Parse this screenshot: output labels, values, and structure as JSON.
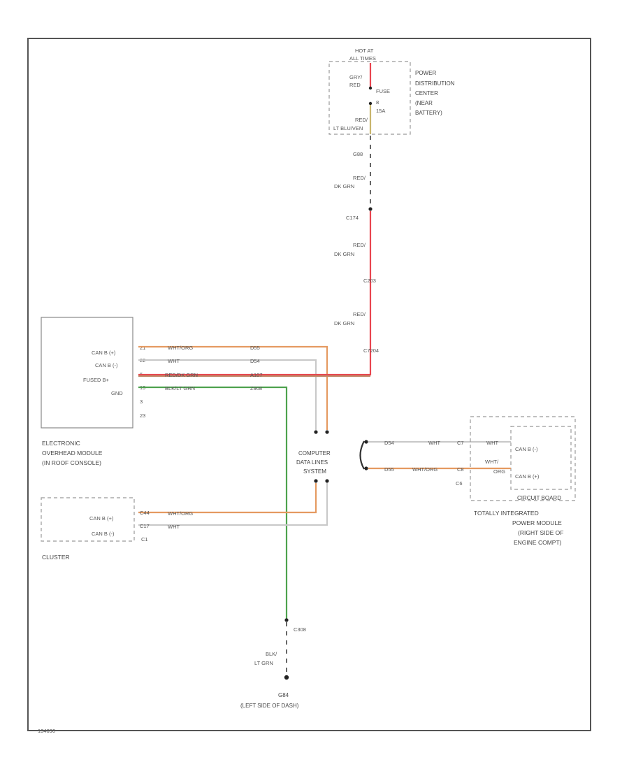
{
  "colors": {
    "red": "#e8454f",
    "orange": "#e59a61",
    "white_wire": "#c9c9c9",
    "green": "#4ea24e",
    "tan": "#c9b56c",
    "frame": "#555555"
  },
  "fuse": {
    "hot_label_1": "HOT AT",
    "hot_label_2": "ALL TIMES",
    "in_wire_1": "GRY/",
    "in_wire_2": "RED",
    "fuse_label_1": "FUSE",
    "fuse_label_2": "8",
    "fuse_label_3": "15A",
    "out_wire_1": "RED/",
    "out_wire_2": "LT BLU/VEN",
    "pdc_1": "POWER",
    "pdc_2": "DISTRIBUTION",
    "pdc_3": "CENTER",
    "pdc_4": "(NEAR",
    "pdc_5": "BATTERY)"
  },
  "riser": {
    "conn_1": "G88",
    "wire_1a": "RED/",
    "wire_1b": "DK GRN",
    "conn_2": "C174",
    "wire_2a": "RED/",
    "wire_2b": "DK GRN",
    "conn_3": "C203",
    "wire_3a": "RED/",
    "wire_3b": "DK GRN",
    "conn_4": "C7204"
  },
  "overhead": {
    "pins": [
      "CAN B (+)",
      "CAN B (-)",
      "FUSED B+",
      "GND"
    ],
    "pin_nums": [
      "21",
      "22",
      "6",
      "19",
      "3",
      "23"
    ],
    "wires": [
      "WHT/ORG",
      "WHT",
      "RED/DK GRN",
      "BLK/LT GRN"
    ],
    "circuits": [
      "D55",
      "D54",
      "A107",
      "Z908"
    ],
    "name_1": "ELECTRONIC",
    "name_2": "OVERHEAD MODULE",
    "name_3": "(IN ROOF CONSOLE)"
  },
  "cds": {
    "line_1": "COMPUTER",
    "line_2": "DATA LINES",
    "line_3": "SYSTEM"
  },
  "cluster": {
    "pins": [
      "CAN B (+)",
      "CAN B (-)"
    ],
    "pin_nums": [
      "C44",
      "C17"
    ],
    "wires": [
      "WHT/ORG",
      "WHT"
    ],
    "connector": "C1",
    "name": "CLUSTER"
  },
  "tipm": {
    "circuits": [
      "D54",
      "D55"
    ],
    "wires": [
      "WHT",
      "WHT/ORG"
    ],
    "pin_nums": [
      "C7",
      "C8"
    ],
    "inner_wires": [
      "WHT",
      "WHT/",
      "ORG"
    ],
    "pins": [
      "CAN B (-)",
      "CAN B (+)"
    ],
    "connector": "C6",
    "board": "CIRCUIT BOARD",
    "name_1": "TOTALLY INTEGRATED",
    "name_2": "POWER MODULE",
    "name_3": "(RIGHT SIDE OF",
    "name_4": "ENGINE COMPT)"
  },
  "ground": {
    "conn": "C308",
    "wire_1": "BLK/",
    "wire_2": "LT GRN",
    "name": "G84",
    "location": "(LEFT SIDE OF DASH)"
  },
  "footer": "134690"
}
